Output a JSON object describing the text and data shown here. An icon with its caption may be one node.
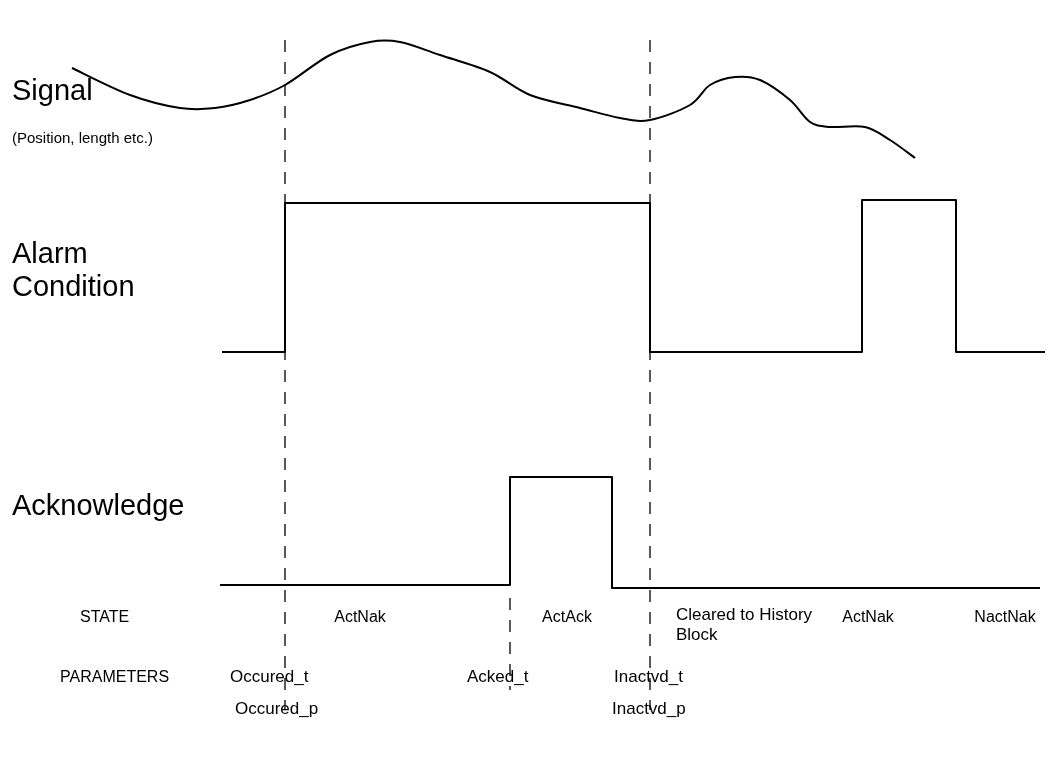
{
  "diagram": {
    "labels": [
      "Signal",
      "(Position, length etc.)",
      "Alarm Condition",
      "Acknowledge",
      "STATE",
      "ActNak",
      "ActAck",
      "Cleared to History Block",
      "ActNak",
      "NactNak",
      "PARAMETERS",
      "Occured_t",
      "Occured_p",
      "Acked_t",
      "Inactvd_t",
      "Inactvd_p"
    ]
  }
}
